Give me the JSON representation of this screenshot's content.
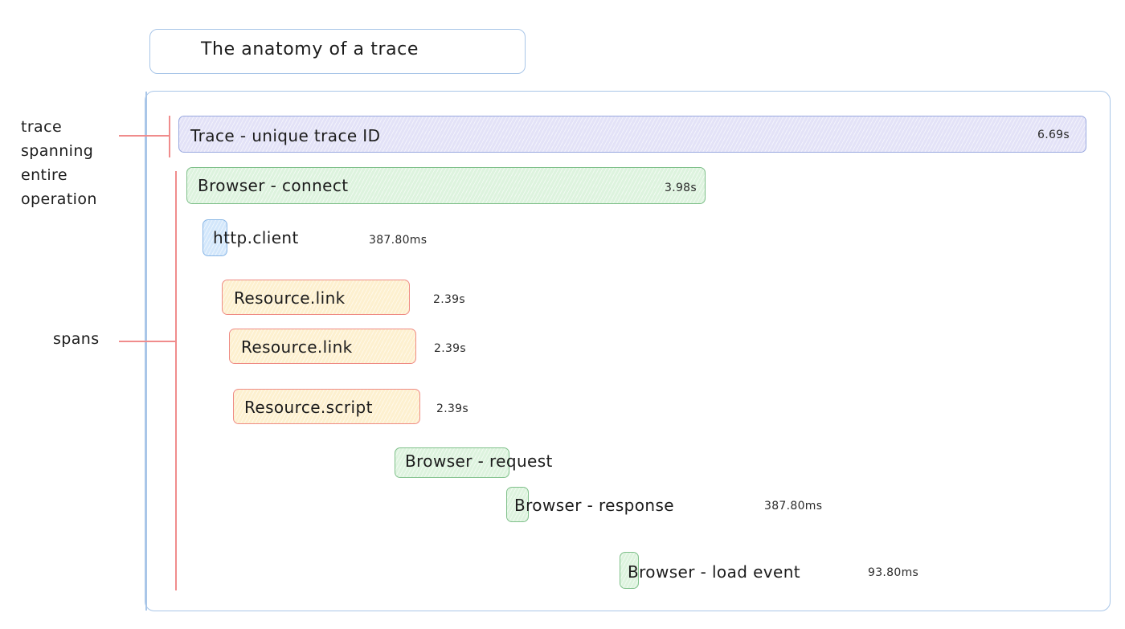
{
  "title": {
    "text": "The anatomy of a trace"
  },
  "annotations": [
    {
      "id": "trace-annotation",
      "lines": [
        "trace",
        "spanning",
        "entire",
        "operation"
      ],
      "text": "trace spanning entire operation"
    },
    {
      "id": "spans-annotation",
      "lines": [
        "spans"
      ],
      "text": "spans"
    }
  ],
  "colors": {
    "border_blue": "#a9c6e8",
    "leader_red": "#f08c8c",
    "trace_fill": "#e3e2f7",
    "trace_border": "#9aa9e0",
    "browser_fill": "#ddf3de",
    "browser_border": "#7fc08a",
    "http_fill": "#d3e7fb",
    "http_border": "#8ab7e6",
    "resource_fill": "#fdf0cf",
    "resource_border": "#ef8b84"
  },
  "spans": [
    {
      "id": "trace-row",
      "label": "Trace - unique trace ID",
      "duration": "6.69s",
      "duration_value": 6.69,
      "duration_unit": "s",
      "kind": "trace",
      "color": "purple",
      "duration_inside": true
    },
    {
      "id": "browser-connect-row",
      "label": "Browser - connect",
      "duration": "3.98s",
      "duration_value": 3.98,
      "duration_unit": "s",
      "kind": "span",
      "color": "green",
      "duration_inside": true
    },
    {
      "id": "http-client-row",
      "label": "http.client",
      "duration": "387.80ms",
      "duration_value": 387.8,
      "duration_unit": "ms",
      "kind": "span",
      "color": "blue",
      "duration_inside": false
    },
    {
      "id": "resource-link-row-1",
      "label": "Resource.link",
      "duration": "2.39s",
      "duration_value": 2.39,
      "duration_unit": "s",
      "kind": "span",
      "color": "orange",
      "duration_inside": false
    },
    {
      "id": "resource-link-row-2",
      "label": "Resource.link",
      "duration": "2.39s",
      "duration_value": 2.39,
      "duration_unit": "s",
      "kind": "span",
      "color": "orange",
      "duration_inside": false
    },
    {
      "id": "resource-script-row",
      "label": "Resource.script",
      "duration": "2.39s",
      "duration_value": 2.39,
      "duration_unit": "s",
      "kind": "span",
      "color": "orange",
      "duration_inside": false
    },
    {
      "id": "browser-request-row",
      "label": "Browser - request",
      "duration": "",
      "duration_value": null,
      "duration_unit": "",
      "kind": "span",
      "color": "green",
      "duration_inside": false
    },
    {
      "id": "browser-response-row",
      "label": "Browser - response",
      "duration": "387.80ms",
      "duration_value": 387.8,
      "duration_unit": "ms",
      "kind": "span",
      "color": "green",
      "duration_inside": false
    },
    {
      "id": "browser-load-event-row",
      "label": "Browser - load event",
      "duration": "93.80ms",
      "duration_value": 93.8,
      "duration_unit": "ms",
      "kind": "span",
      "color": "green",
      "duration_inside": false
    }
  ]
}
